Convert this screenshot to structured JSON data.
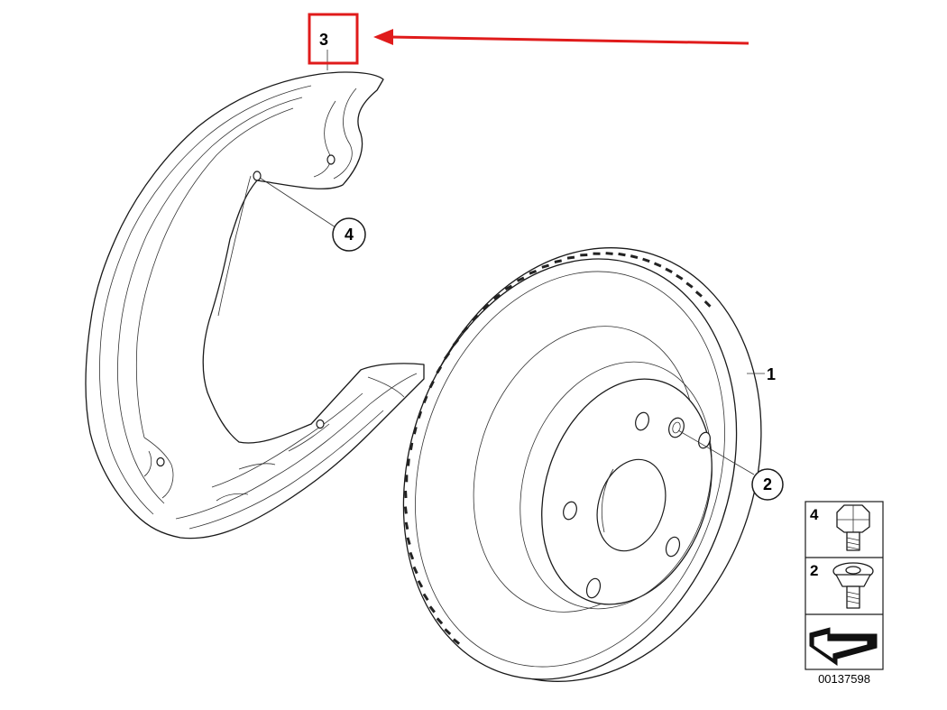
{
  "diagram": {
    "callouts": {
      "part_1": "1",
      "part_2": "2",
      "part_3": "3",
      "part_4": "4"
    },
    "legend": {
      "item_4": "4",
      "item_2": "2"
    },
    "reference_number": "00137598",
    "highlight_color": "#e01b1b"
  }
}
